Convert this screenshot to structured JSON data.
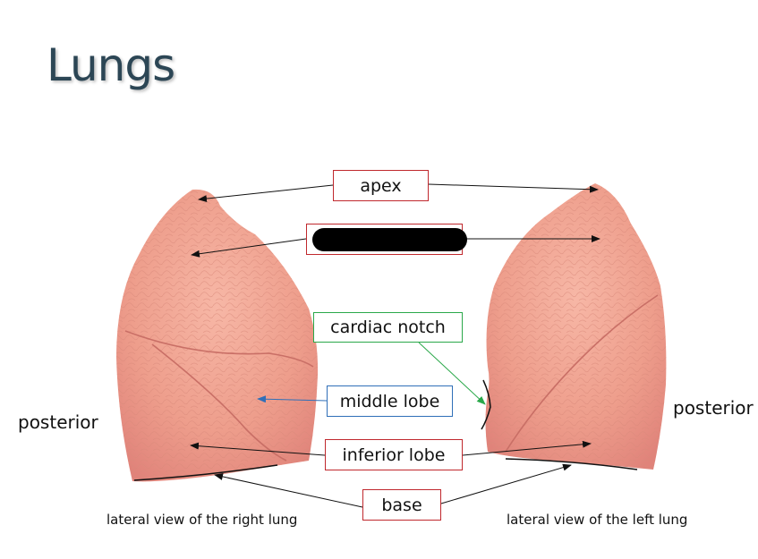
{
  "title": "Lungs",
  "labels": {
    "apex": "apex",
    "cardiac_notch": "cardiac notch",
    "middle_lobe": "middle lobe",
    "inferior_lobe": "inferior lobe",
    "base": "base",
    "posterior_left_side": "posterior",
    "posterior_right_side": "posterior"
  },
  "captions": {
    "right_lung": "lateral view of the right lung",
    "left_lung": "lateral view of the left lung"
  },
  "colors": {
    "title": "#2c4655",
    "red_box": "#c0282d",
    "green_box": "#2aa84a",
    "blue_box": "#2f6fb8",
    "lung_fill": "#f2a08f"
  }
}
